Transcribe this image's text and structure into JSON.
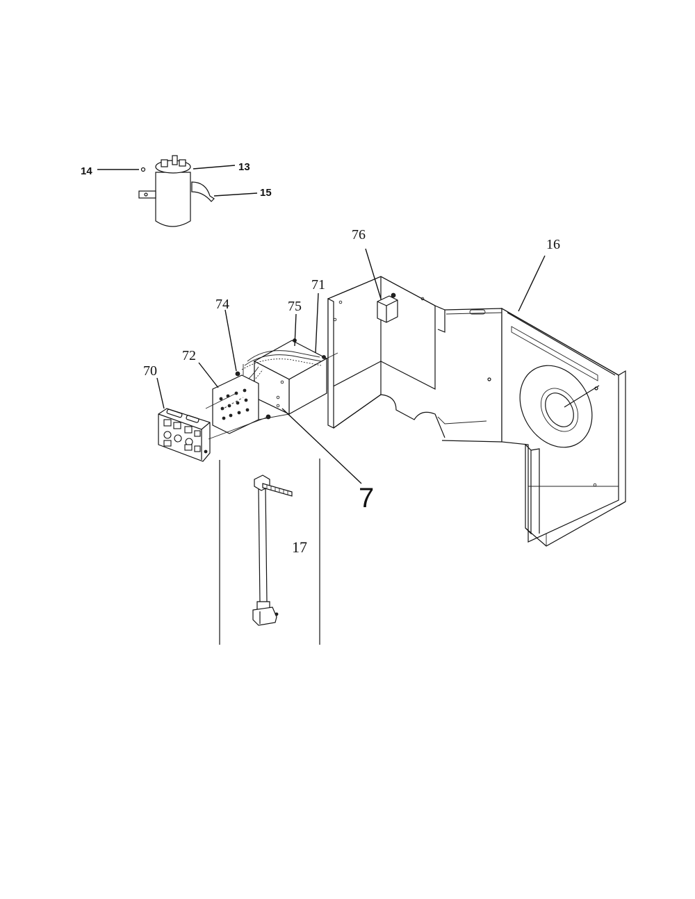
{
  "labels": {
    "capacitor": "13",
    "screw": "14",
    "strap": "15",
    "housing": "16",
    "power_cord": "17",
    "control_assembly": "7",
    "control_panel": "70",
    "switch_bracket": "71",
    "circuit_board": "72",
    "fastener": "74",
    "wire_harness": "75",
    "relay": "76"
  }
}
